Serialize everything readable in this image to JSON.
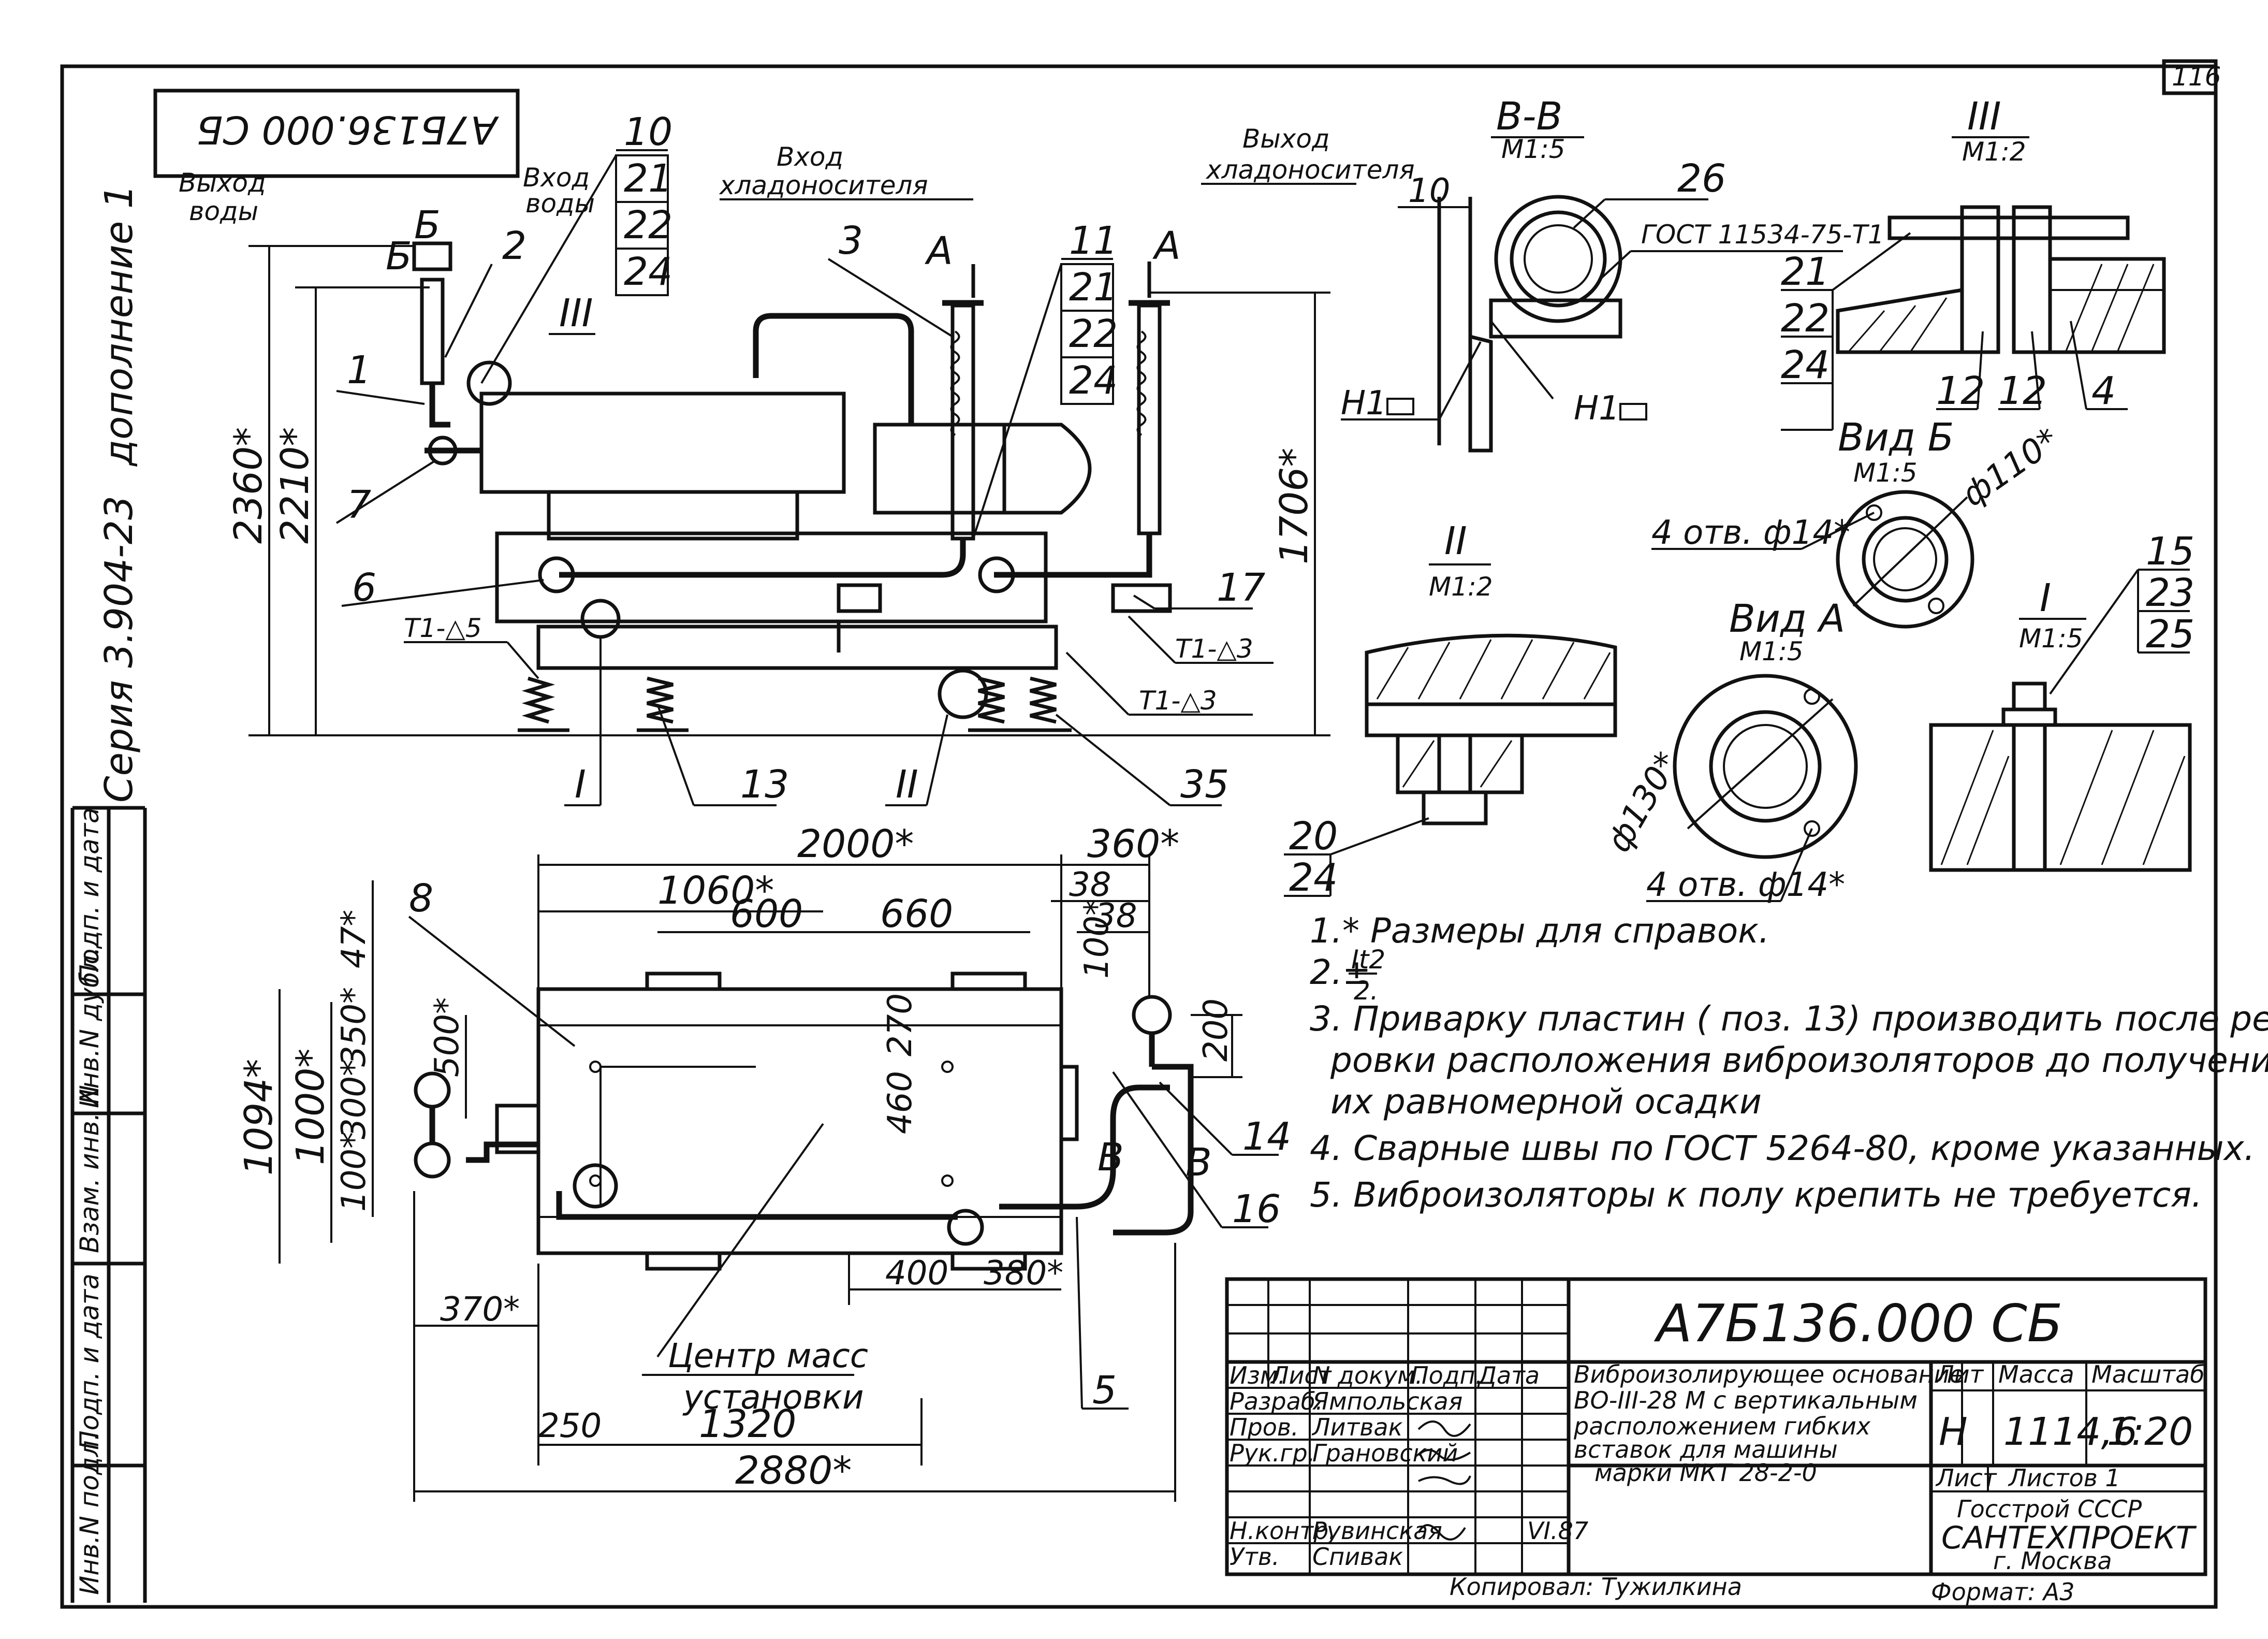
{
  "sheet": {
    "page_number": "116",
    "stamp_code": "А7Б136.000 СБ",
    "side_labels": {
      "addendum": "дополнение 1",
      "series": "Серия 3.904-23"
    },
    "margin_stamp": [
      "Инв.N подл.",
      "Подп. и дата",
      "Взам. инв. N",
      "Инв.N дубл.",
      "Подп. и дата"
    ]
  },
  "main_view": {
    "labels": {
      "water_out": "Выход",
      "water_out_2": "воды",
      "water_in": "Вход",
      "water_in_2": "воды",
      "coolant_in": "Вход",
      "coolant_in_2": "хладоносителя",
      "coolant_out": "Выход",
      "coolant_out_2": "хладоносителя",
      "section_b": "Б",
      "section_a": "А"
    },
    "dims": {
      "h1": "2360*",
      "h2": "2210*",
      "h3": "1706*"
    },
    "callouts": [
      "10",
      "21",
      "22",
      "24",
      "2",
      "III",
      "1",
      "7",
      "6",
      "3",
      "11",
      "21",
      "22",
      "24",
      "17",
      "13",
      "35",
      "I",
      "II"
    ],
    "weld_marks": [
      "Т1-△5",
      "Т1-△3",
      "Т1-△3"
    ]
  },
  "plan_view": {
    "dims": {
      "d2000": "2000*",
      "d360": "360*",
      "d1060": "1060*",
      "d600": "600",
      "d660": "660",
      "d38a": "38",
      "d38b": "38",
      "d47": "47*",
      "d100a": "100*",
      "d270": "270",
      "d200": "200",
      "d1094": "1094*",
      "d1000": "1000*",
      "d350": "350*",
      "d500": "500*",
      "d300": "300*",
      "d460": "460",
      "d100b": "100*",
      "d400": "400",
      "d380": "380*",
      "d370": "370*",
      "d250": "250",
      "d1320": "1320",
      "d2880": "2880*"
    },
    "labels": {
      "center_mass": "Центр масс",
      "center_mass_2": "установки",
      "section_v": "В"
    },
    "callouts": [
      "8",
      "14",
      "16",
      "5"
    ]
  },
  "detail_views": {
    "bb": {
      "title": "В-В",
      "scale": "М1:5",
      "labels": [
        "10",
        "26",
        "ГОСТ 11534-75-Т1",
        "Н1",
        "Н1"
      ]
    },
    "iii": {
      "title": "III",
      "scale": "М1:2",
      "labels": [
        "21",
        "22",
        "24",
        "12",
        "12",
        "4"
      ]
    },
    "ii": {
      "title": "II",
      "scale": "М1:2",
      "labels": [
        "20",
        "24"
      ]
    },
    "vid_b": {
      "title": "Вид Б",
      "scale": "М1:5",
      "labels": [
        "4 отв. ф14*",
        "ф110*"
      ]
    },
    "vid_a": {
      "title": "Вид А",
      "scale": "М1:5",
      "labels": [
        "ф130*",
        "4 отв. ф14*"
      ]
    },
    "i": {
      "title": "I",
      "scale": "М1:5",
      "labels": [
        "15",
        "23",
        "25"
      ]
    }
  },
  "notes": {
    "n1": "1.* Размеры для справок.",
    "n2a": "2.±",
    "n2b": "It2",
    "n2c": "2.",
    "n3a": "3. Приварку пластин ( поз. 13) производить после регули-",
    "n3b": "ровки расположения виброизоляторов до получения",
    "n3c": "их равномерной осадки",
    "n4": "4. Сварные швы по ГОСТ 5264-80, кроме указанных.",
    "n5": "5. Виброизоляторы к полу крепить не требуется."
  },
  "title_block": {
    "designation": "А7Б136.000 СБ",
    "name_1": "Виброизолирующее основание",
    "name_2": "ВО-III-28 М с вертикальным",
    "name_3": "расположением гибких",
    "name_4": "вставок для машины",
    "name_5": "марки МКТ 28-2-0",
    "header": [
      "Изм.",
      "Лист",
      "N докум.",
      "Подп.",
      "Дата"
    ],
    "roles": [
      {
        "role": "Разраб.",
        "name": "Ямпольская"
      },
      {
        "role": "Пров.",
        "name": "Литвак"
      },
      {
        "role": "Рук.гр.",
        "name": "Грановский"
      },
      {
        "role": "Н.контр.",
        "name": "Рувинская"
      },
      {
        "role": "Утв.",
        "name": "Спивак"
      }
    ],
    "lit_label": "Лит",
    "mass_label": "Масса",
    "scale_label": "Масштаб",
    "lit_value": "Н",
    "mass_value": "1114,6",
    "scale_value": "1:20",
    "sheet_label": "Лист",
    "sheets_label": "Листов 1",
    "org_1": "Госстрой СССР",
    "org_2": "САНТЕХПРОЕКТ",
    "org_3": "г. Москва",
    "copied": "Копировал: Тужилкина",
    "format": "Формат: А3",
    "date_mark": "VI.87"
  }
}
